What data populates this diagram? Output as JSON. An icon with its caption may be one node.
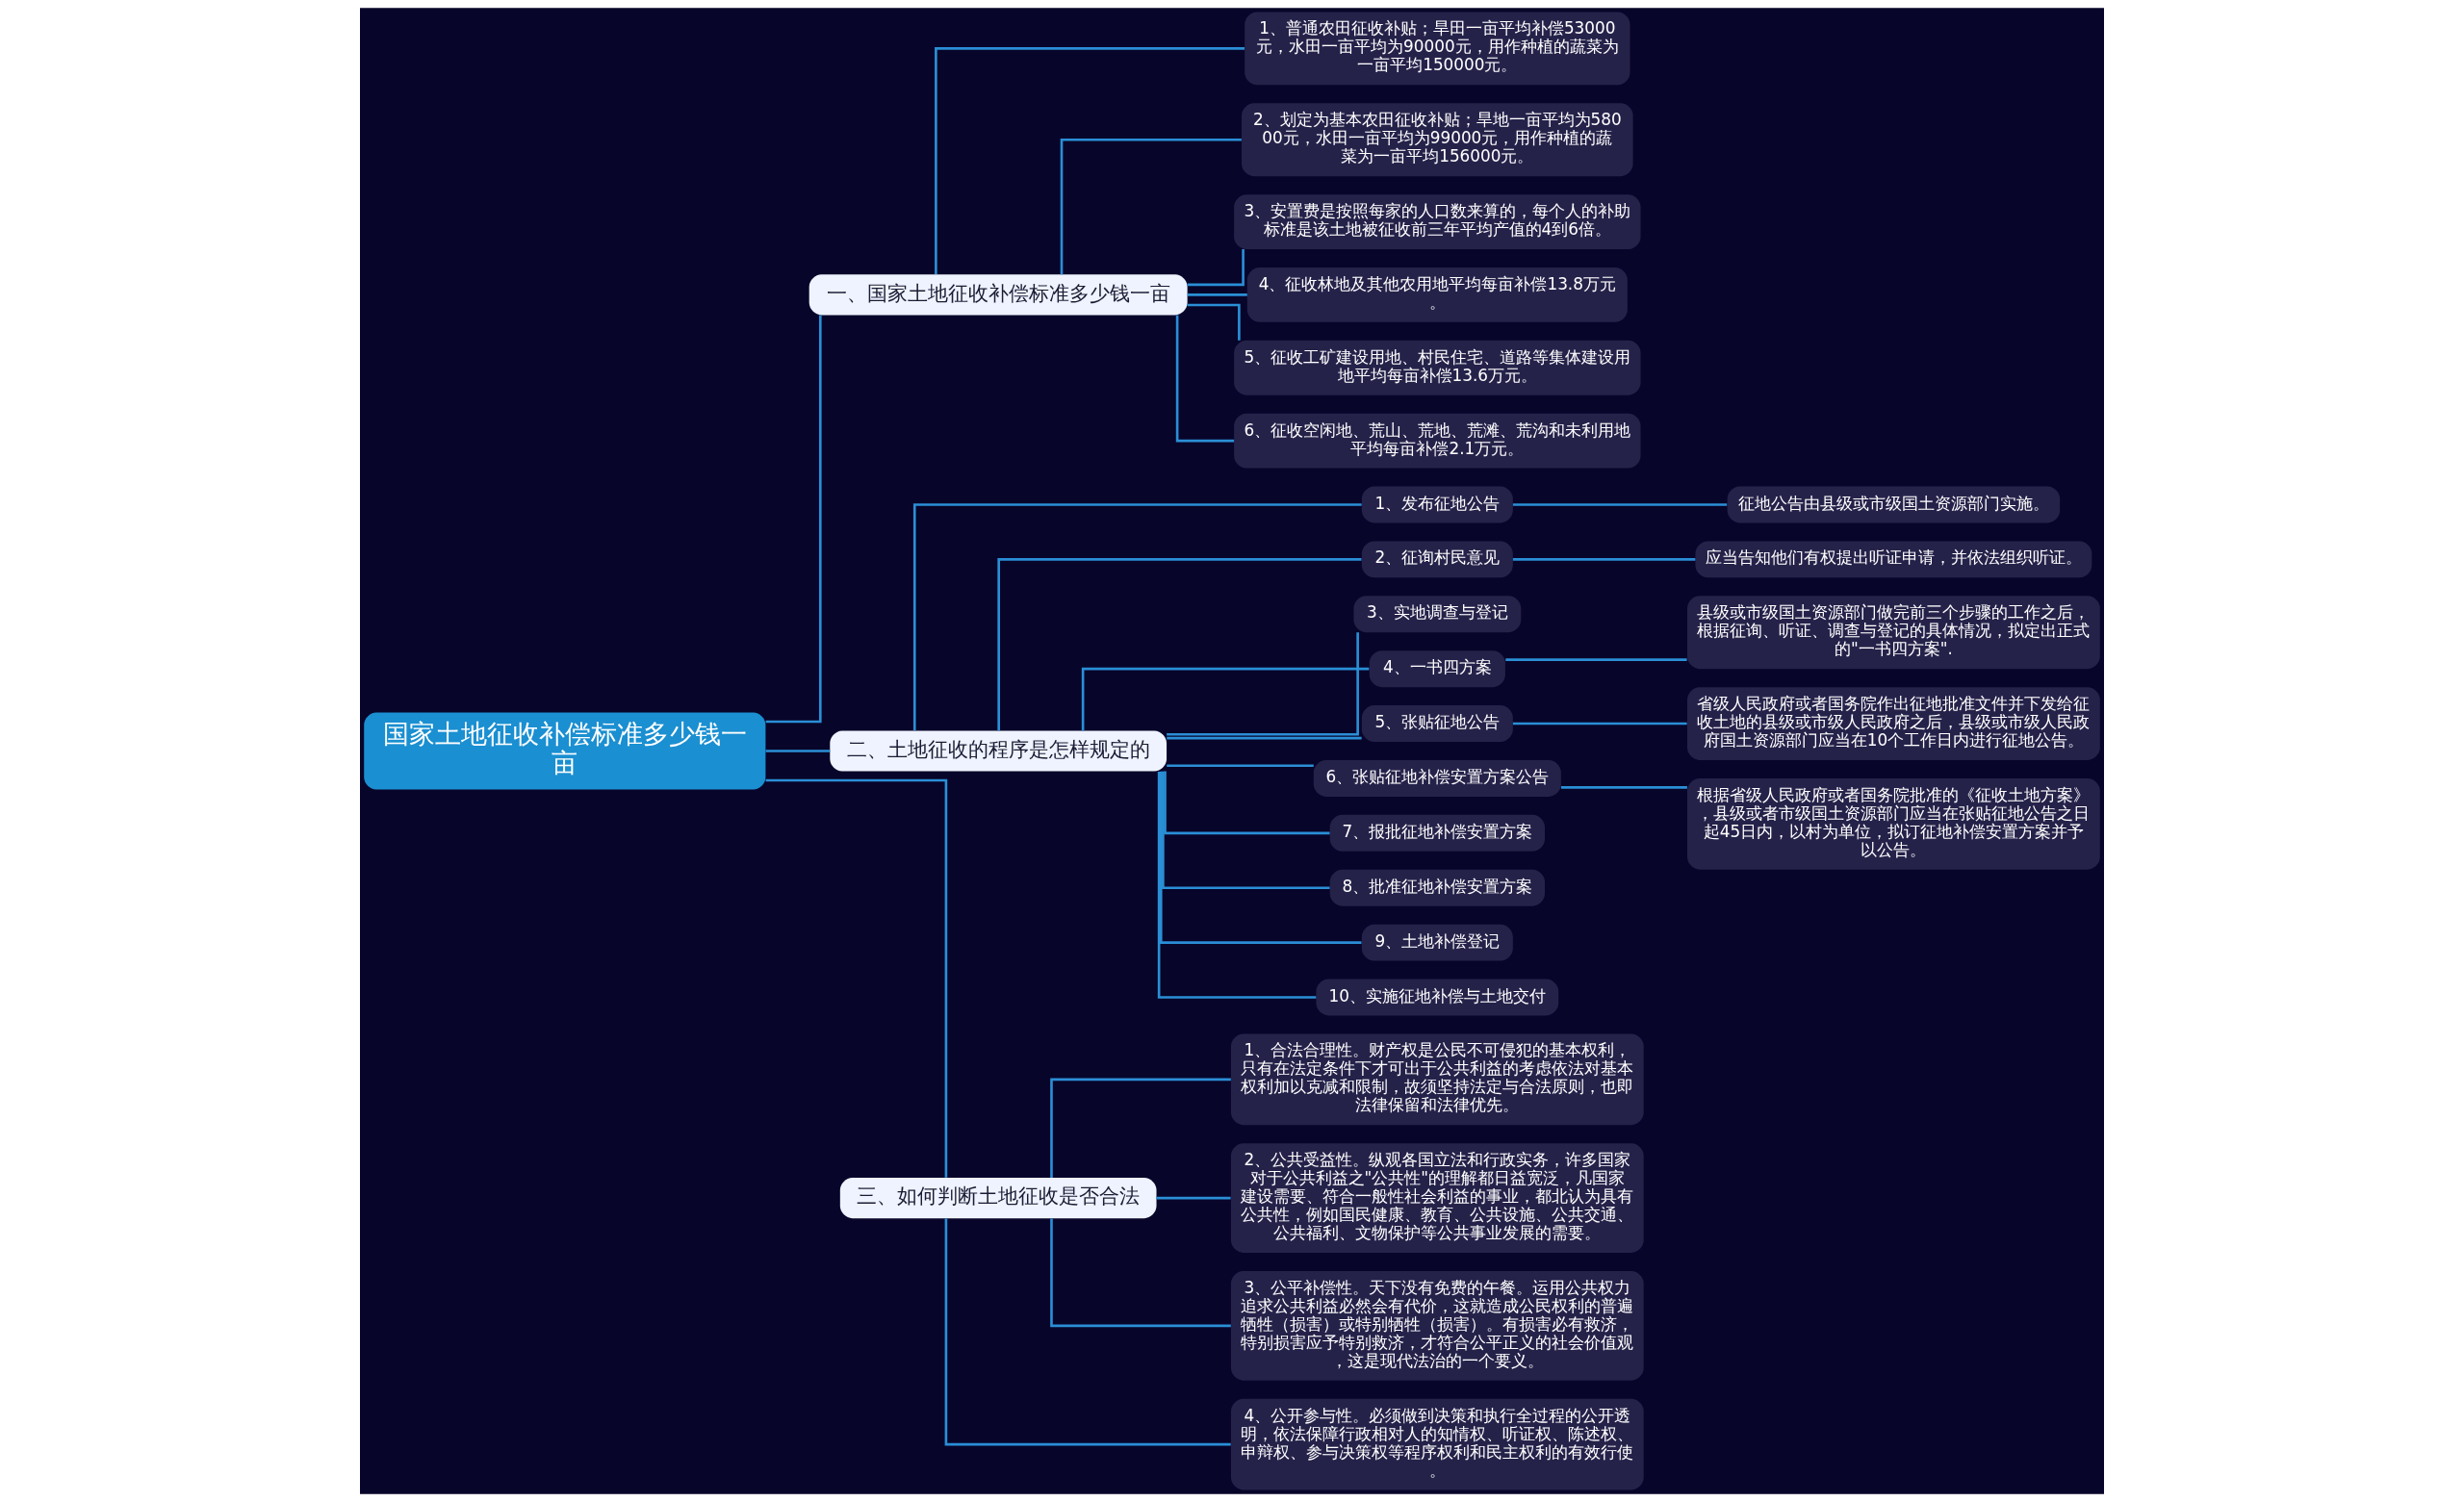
{
  "diagram": {
    "nodes": [
      {
        "text": [
          "国家土地征收补偿标准多少钱一亩"
        ]
      },
      {
        "text": [
          "一、国家土地征收补偿标准多少钱一亩"
        ]
      },
      {
        "text": [
          "1、普通农田征收补贴；旱田一亩平均补偿53000元，水田一亩平均为90000元，用作种植的蔬菜为一亩平均150000元。"
        ]
      },
      {
        "text": [
          "2、划定为基本农田征收补贴；旱地一亩平均为58000元，水田一亩平均为99000元，用作种植的蔬菜为一亩平均156000元。"
        ]
      },
      {
        "text": [
          "3、安置费是按照每家的人口数来算的，每个人的补助标准是该土地被征收前三年平均产值的4到6倍。"
        ]
      },
      {
        "text": [
          "4、征收林地及其他农用地平均每亩补偿13.8万元。"
        ]
      },
      {
        "text": [
          "5、征收工矿建设用地、村民住宅、道路等集体建设用地平均每亩补偿13.6万元。"
        ]
      },
      {
        "text": [
          "6、征收空闲地、荒山、荒地、荒滩、荒沟和未利用地平均每亩补偿2.1万元。"
        ]
      },
      {
        "text": [
          "二、土地征收的程序是怎样规定的"
        ]
      },
      {
        "text": [
          "1、发布征地公告"
        ]
      },
      {
        "text": [
          "征地公告由县级或市级国土资源部门实施。"
        ]
      },
      {
        "text": [
          "2、征询村民意见"
        ]
      },
      {
        "text": [
          "应当告知他们有权提出听证申请，并依法组织听证。"
        ]
      },
      {
        "text": [
          "3、实地调查与登记"
        ]
      },
      {
        "text": [
          "4、一书四方案"
        ]
      },
      {
        "text": [
          "县级或市级国土资源部门做完前三个步骤的工作之后，根据征询、听证、调查与登记的具体情况，拟定出正式的\"一书四方案\"."
        ]
      },
      {
        "text": [
          "5、张贴征地公告"
        ]
      },
      {
        "text": [
          "省级人民政府或者国务院作出征地批准文件并下发给征收土地的县级或市级人民政府之后，县级或市级人民政府国土资源部门应当在10个工作日内进行征地公告。"
        ]
      },
      {
        "text": [
          "6、张贴征地补偿安置方案公告"
        ]
      },
      {
        "text": [
          "根据省级人民政府或者国务院批准的《征收土地方案》，县级或者市级国土资源部门应当在张贴征地公告之日起45日内，以村为单位，拟订征地补偿安置方案并予以公告。"
        ]
      },
      {
        "text": [
          "7、报批征地补偿安置方案"
        ]
      },
      {
        "text": [
          "8、批准征地补偿安置方案"
        ]
      },
      {
        "text": [
          "9、土地补偿登记"
        ]
      },
      {
        "text": [
          "10、实施征地补偿与土地交付"
        ]
      },
      {
        "text": [
          "三、如何判断土地征收是否合法"
        ]
      },
      {
        "text": [
          "1、合法合理性。财产权是公民不可侵犯的基本权利，只有在法定条件下才可出于公共利益的考虑依法对基本权利加以克减和限制，故须坚持法定与合法原则，也即法律保留和法律优先。"
        ]
      },
      {
        "text": [
          "2、公共受益性。纵观各国立法和行政实务，许多国家对于公共利益之\"公共性\"的理解都日益宽泛，凡国家建设需要、符合一般性社会利益的事业，都北认为具有公共性，例如国民健康、教育、公共设施、公共交通、公共福利、文物保护等公共事业发展的需要。"
        ]
      },
      {
        "text": [
          "3、公平补偿性。天下没有免费的午餐。运用公共权力追求公共利益必然会有代价，这就造成公民权利的普遍牺牲（损害）或特别牺牲（损害）。有损害必有救济，特别损害应予特别救济，才符合公平正义的社会价值观，这是现代法治的一个要义。"
        ]
      },
      {
        "text": [
          "4、公开参与性。必须做到决策和执行全过程的公开透明，依法保障行政相对人的知情权、听证权、陈述权、申辩权、参与决策权等程序权利和民主权利的有效行使。"
        ]
      }
    ],
    "edges": [
      {
        "from": 0,
        "to": 1,
        "arrow": "none"
      },
      {
        "from": 1,
        "to": 2,
        "arrow": "none"
      },
      {
        "from": 1,
        "to": 3,
        "arrow": "none"
      },
      {
        "from": 1,
        "to": 4,
        "arrow": "none"
      },
      {
        "from": 1,
        "to": 5,
        "arrow": "none"
      },
      {
        "from": 1,
        "to": 6,
        "arrow": "none"
      },
      {
        "from": 1,
        "to": 7,
        "arrow": "none"
      },
      {
        "from": 0,
        "to": 8,
        "arrow": "none"
      },
      {
        "from": 8,
        "to": 9,
        "arrow": "none"
      },
      {
        "from": 9,
        "to": 10,
        "arrow": "none"
      },
      {
        "from": 8,
        "to": 11,
        "arrow": "none"
      },
      {
        "from": 11,
        "to": 12,
        "arrow": "none"
      },
      {
        "from": 8,
        "to": 13,
        "arrow": "none"
      },
      {
        "from": 8,
        "to": 14,
        "arrow": "none"
      },
      {
        "from": 14,
        "to": 15,
        "arrow": "none"
      },
      {
        "from": 8,
        "to": 16,
        "arrow": "none"
      },
      {
        "from": 16,
        "to": 17,
        "arrow": "none"
      },
      {
        "from": 8,
        "to": 18,
        "arrow": "none"
      },
      {
        "from": 18,
        "to": 19,
        "arrow": "none"
      },
      {
        "from": 8,
        "to": 20,
        "arrow": "none"
      },
      {
        "from": 8,
        "to": 21,
        "arrow": "none"
      },
      {
        "from": 8,
        "to": 22,
        "arrow": "none"
      },
      {
        "from": 8,
        "to": 23,
        "arrow": "none"
      },
      {
        "from": 0,
        "to": 24,
        "arrow": "none"
      },
      {
        "from": 24,
        "to": 25,
        "arrow": "none"
      },
      {
        "from": 24,
        "to": 26,
        "arrow": "none"
      },
      {
        "from": 24,
        "to": 27,
        "arrow": "none"
      },
      {
        "from": 24,
        "to": 28,
        "arrow": "none"
      }
    ]
  }
}
